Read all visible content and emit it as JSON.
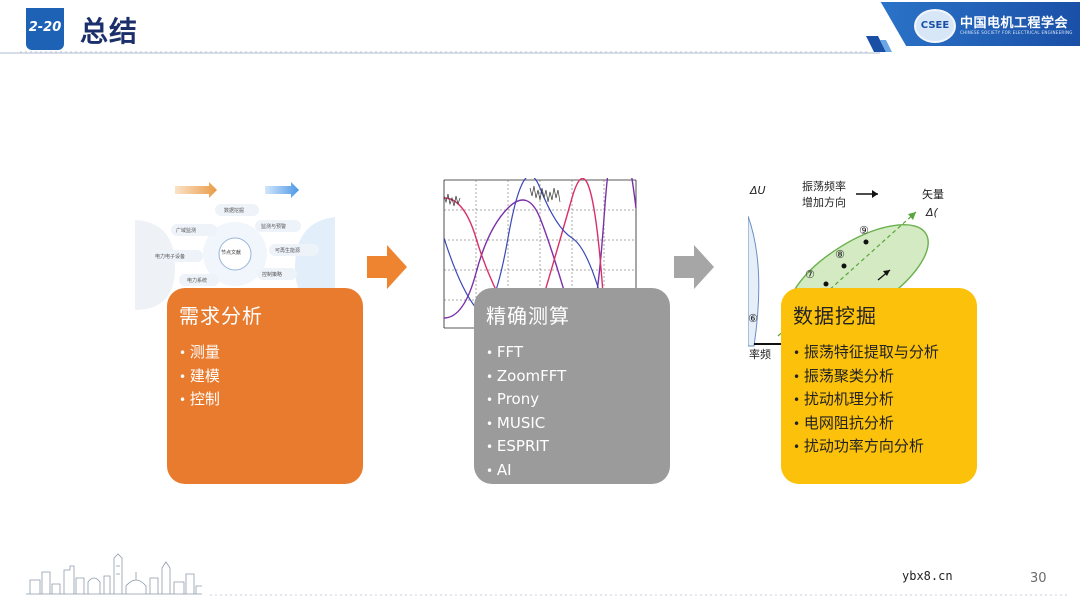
{
  "header": {
    "slide_number": "2-20",
    "title": "总结",
    "logo_text": "中国电机工程学会",
    "logo_subtext": "CHINESE SOCIETY FOR ELECTRICAL ENGINEERING",
    "logo_seal": "CSEE"
  },
  "cards": [
    {
      "title": "需求分析",
      "items": [
        "测量",
        "建模",
        "控制"
      ],
      "color": "#e97b2e"
    },
    {
      "title": "精确测算",
      "items": [
        "FFT",
        "ZoomFFT",
        "Prony",
        "MUSIC",
        "ESPRIT",
        "AI"
      ],
      "color": "#9b9b9b"
    },
    {
      "title": "数据挖掘",
      "items": [
        "振荡特征提取与分析",
        "振荡聚类分析",
        "扰动机理分析",
        "电网阻抗分析",
        "扰动功率方向分析"
      ],
      "color": "#fcc10a"
    }
  ],
  "diagram": {
    "center": "节点文献",
    "nodes": [
      "数据挖掘",
      "广域监测",
      "监测与预警",
      "电力电子设备",
      "可再生能源",
      "电力系统",
      "控制策略"
    ]
  },
  "phasor_plot": {
    "du_label": "ΔU",
    "caption_line1": "振荡频率",
    "caption_line2": "增加方向",
    "vector_label": "矢量",
    "delta_label": "Δ(",
    "freq_label": "率频",
    "point_labels": [
      "⑦",
      "⑧",
      "⑨"
    ],
    "edge_label": "⑥"
  },
  "footer": {
    "watermark": "ybx8.cn",
    "page": "30"
  },
  "colors": {
    "accent": "#1d62b5",
    "arrow_orange": "#ee8330",
    "arrow_gray": "#a6a6a6"
  }
}
